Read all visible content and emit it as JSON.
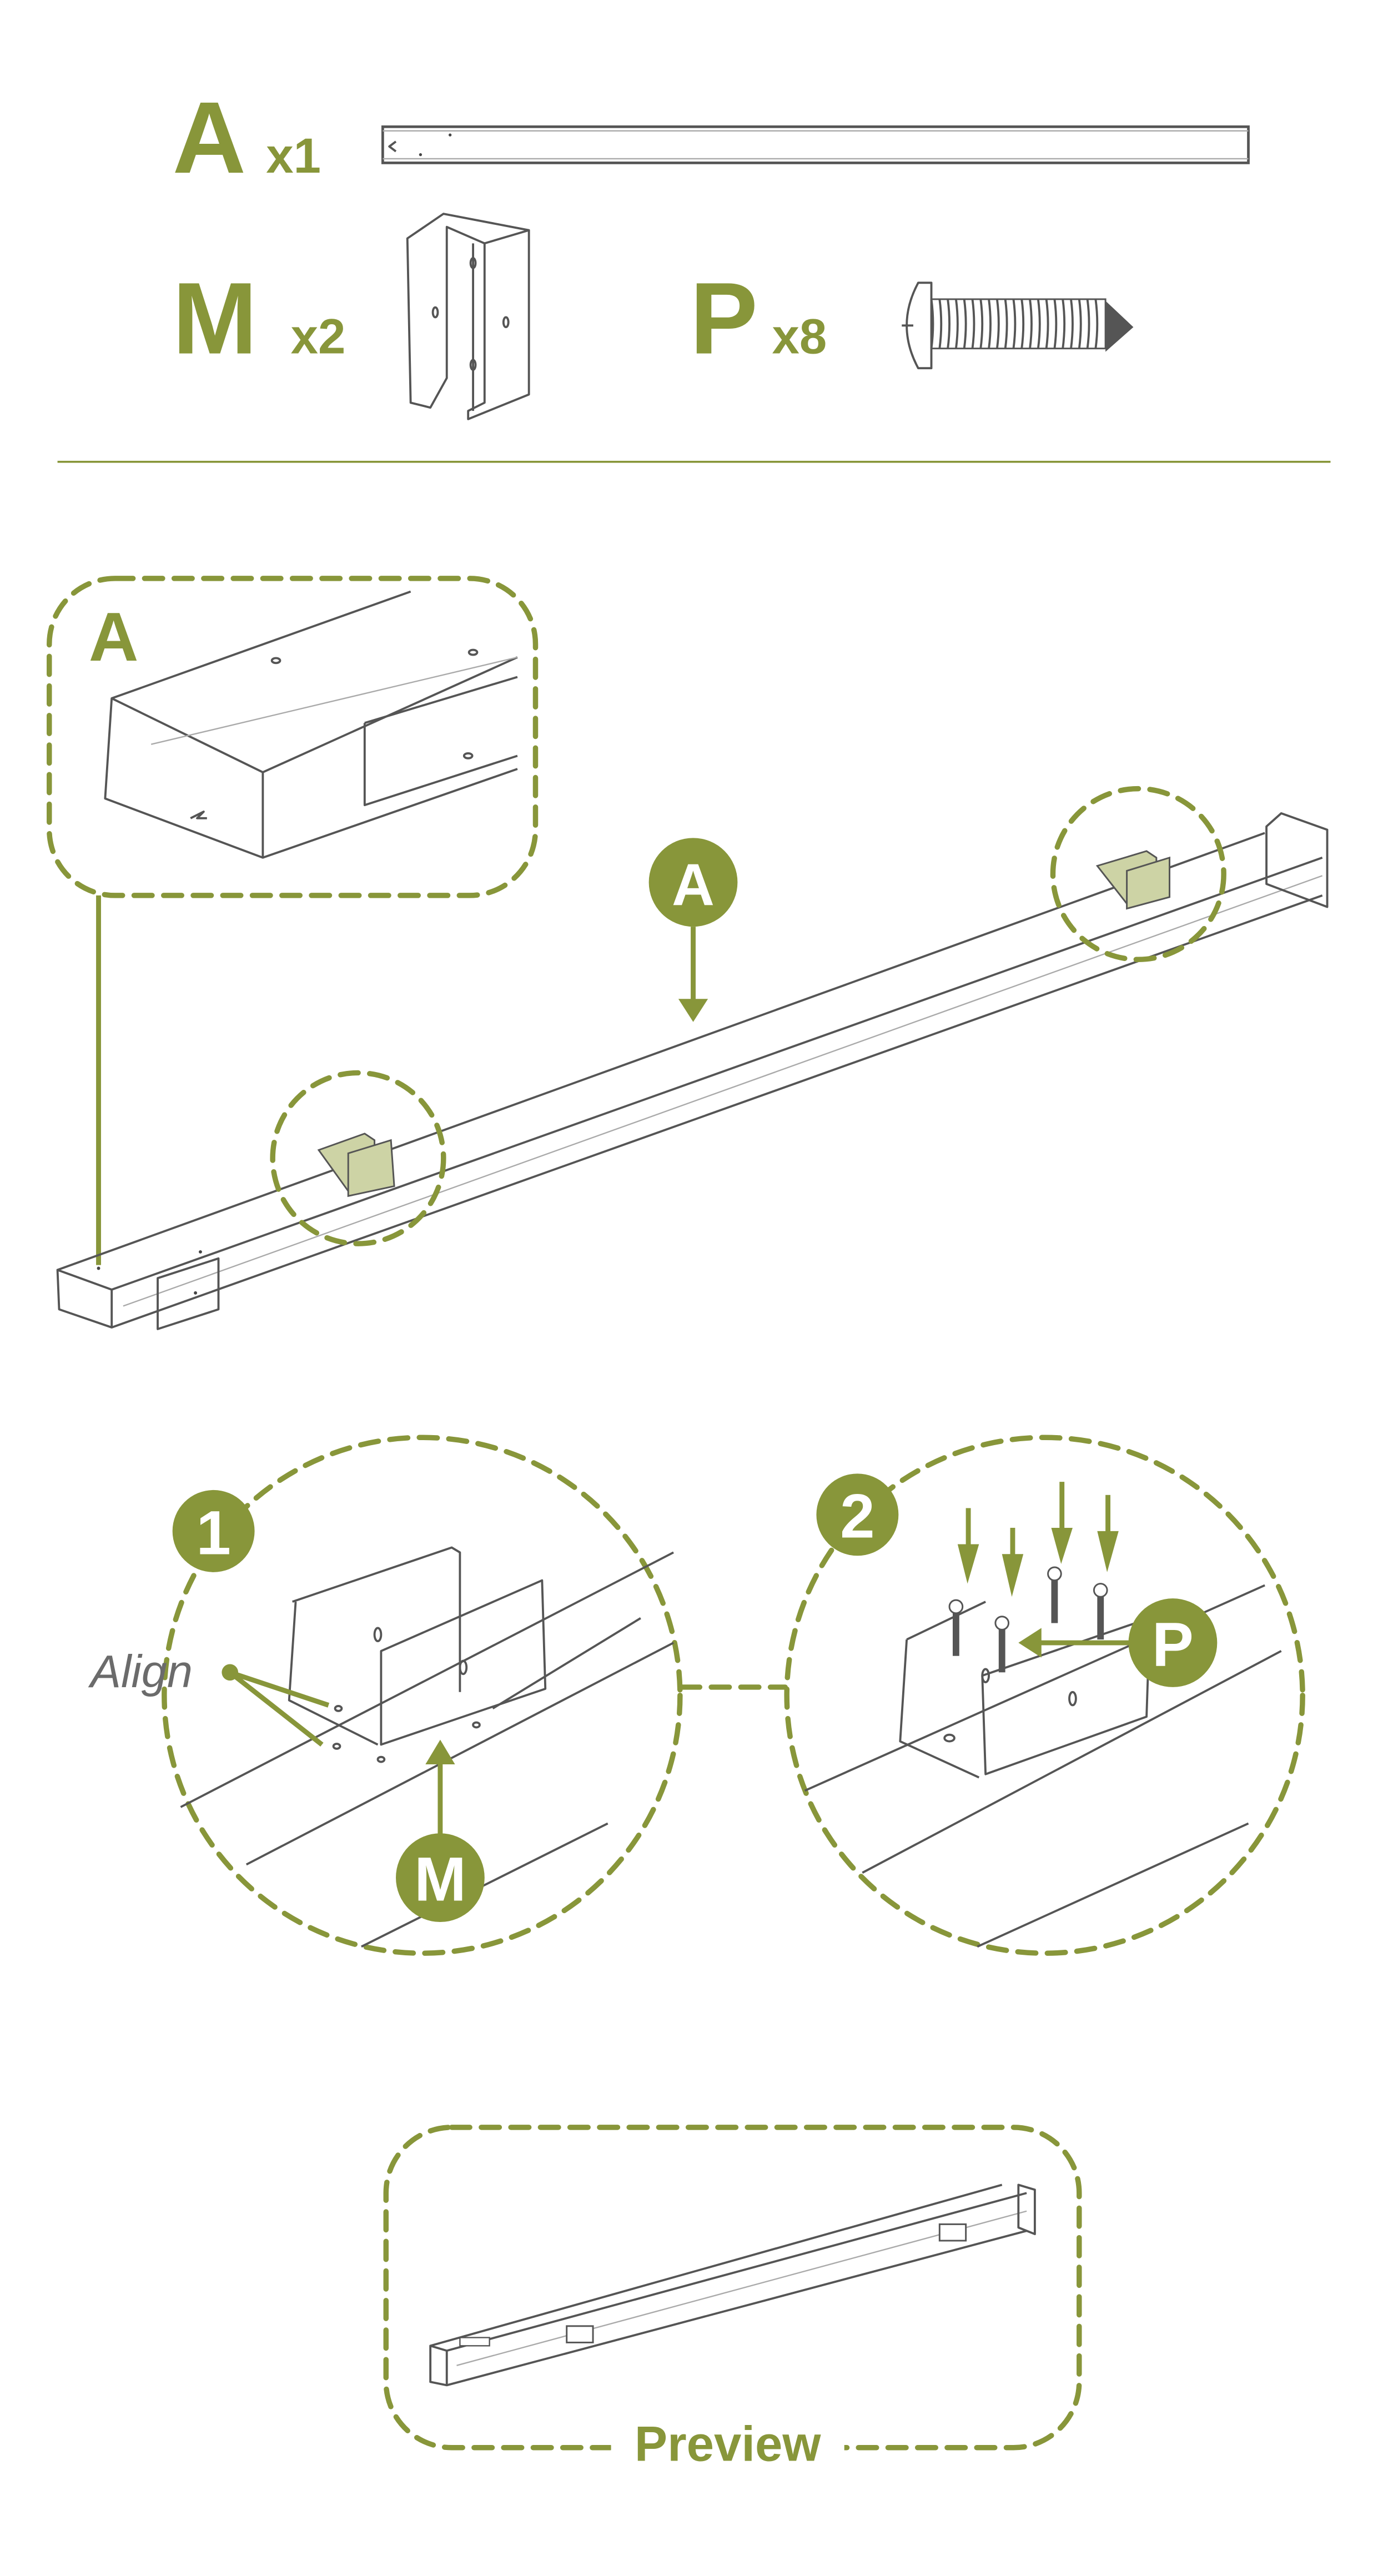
{
  "parts": [
    {
      "letter": "A",
      "qty": "x1",
      "name": "tube"
    },
    {
      "letter": "M",
      "qty": "x2",
      "name": "u-bracket"
    },
    {
      "letter": "P",
      "qty": "x8",
      "name": "screw"
    }
  ],
  "overview": {
    "inset_label": "A",
    "callout": "A"
  },
  "steps": [
    {
      "number": "1",
      "hint": "Align",
      "part": "M"
    },
    {
      "number": "2",
      "part": "P"
    }
  ],
  "preview": {
    "label": "Preview"
  },
  "colors": {
    "accent": "#88963a",
    "bracket_fill": "#cdd3a5",
    "line": "#555555"
  }
}
